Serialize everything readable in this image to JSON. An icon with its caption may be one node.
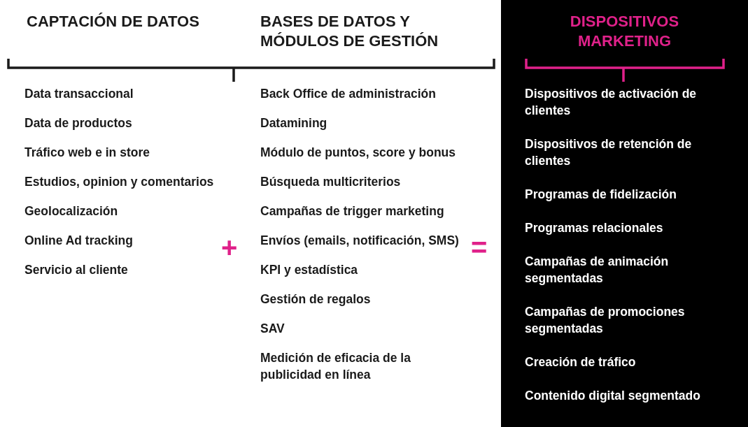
{
  "diagram": {
    "nodes": [
      {
        "text": [
          "CAPTACIÓN DE DATOS",
          "Data transaccional",
          "Data de productos",
          "Tráfico web e in store",
          "Estudios, opinion y comentarios",
          "Geolocalización",
          "Online Ad tracking",
          "Servicio al cliente"
        ]
      },
      {
        "text": [
          "BASES DE DATOS Y MÓDULOS DE GESTIÓN",
          "Back Office de administración",
          "Datamining",
          "Módulo de puntos, score y bonus",
          "Búsqueda multicriterios",
          "Campañas de trigger marketing",
          "Envíos (emails, notificación, SMS)",
          "KPI y estadística",
          "Gestión de regalos",
          "SAV",
          "Medición de eficacia de la publicidad en línea"
        ]
      },
      {
        "text": [
          "DISPOSITIVOS MARKETING",
          "Dispositivos de activación de clientes",
          "Dispositivos de retención de clientes",
          "Programas de fidelización",
          "Programas relacionales",
          "Campañas de animación segmentadas",
          "Campañas de promociones segmentadas",
          "Creación de tráfico",
          "Contenido digital segmentado"
        ]
      }
    ],
    "edges": [],
    "labels": [
      "+",
      "="
    ]
  }
}
